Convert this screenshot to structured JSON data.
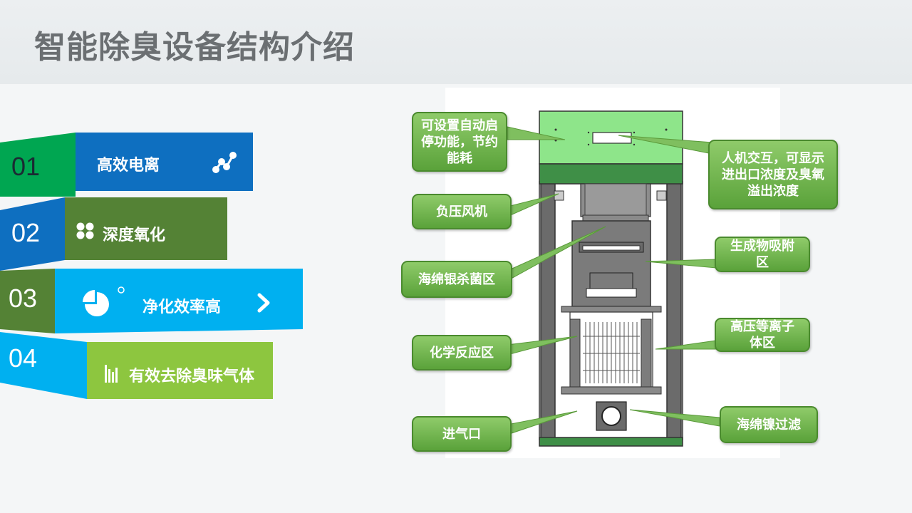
{
  "title": "智能除臭设备结构介绍",
  "features": [
    {
      "number": "01",
      "label": "高效电离",
      "icon": "line-graph-icon",
      "color": "#0e6fc0"
    },
    {
      "number": "02",
      "label": "深度氧化",
      "icon": "dots-cluster-icon",
      "color": "#548235"
    },
    {
      "number": "03",
      "label": "净化效率高",
      "icon": "pie-chart-icon",
      "color": "#00b0f0"
    },
    {
      "number": "04",
      "label": "有效去除臭味气体",
      "icon": "bar-chart-icon",
      "color": "#8dc63f"
    }
  ],
  "callouts": {
    "auto_start_stop": "可设置自动启停功能，节约能耗",
    "hmi": "人机交互，可显示进出口浓度及臭氧溢出浓度",
    "negative_fan": "负压风机",
    "sponge_silver": "海绵银杀菌区",
    "adsorption": "生成物吸附区",
    "chemical": "化学反应区",
    "plasma": "高压等离子体区",
    "air_inlet": "进气口",
    "sponge_nickel": "海绵镍过滤"
  }
}
